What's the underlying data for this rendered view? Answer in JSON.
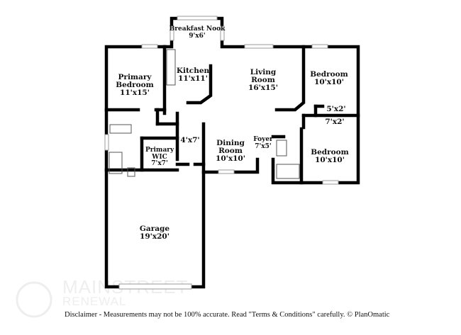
{
  "rooms": [
    {
      "name": "Breakfast Nook",
      "size": "9'x6'"
    },
    {
      "name": "Kitchen",
      "size": "11'x11'"
    },
    {
      "name": "Primary Bedroom",
      "size": "11'x15'"
    },
    {
      "name": "Living Room",
      "size": "16'x15'"
    },
    {
      "name": "Bedroom",
      "size": "10'x10'"
    },
    {
      "name": "Bedroom",
      "size": "10'x10'"
    },
    {
      "name": "Dining Room",
      "size": "10'x10'"
    },
    {
      "name": "Foyer",
      "size": "7'x5'"
    },
    {
      "name": "Primary WIC",
      "size": "7'x7'"
    },
    {
      "name": "Garage",
      "size": "19'x20'"
    }
  ],
  "closets": [
    "5'x2'",
    "7'x2'",
    "4'x7'"
  ],
  "watermark": {
    "line1": "MAINSTREET",
    "line2": "RENEWAL"
  },
  "disclaimer": "Disclaimer - Measurements may not be 100% accurate. Read \"Terms & Conditions\" carefully. © PlanOmatic"
}
